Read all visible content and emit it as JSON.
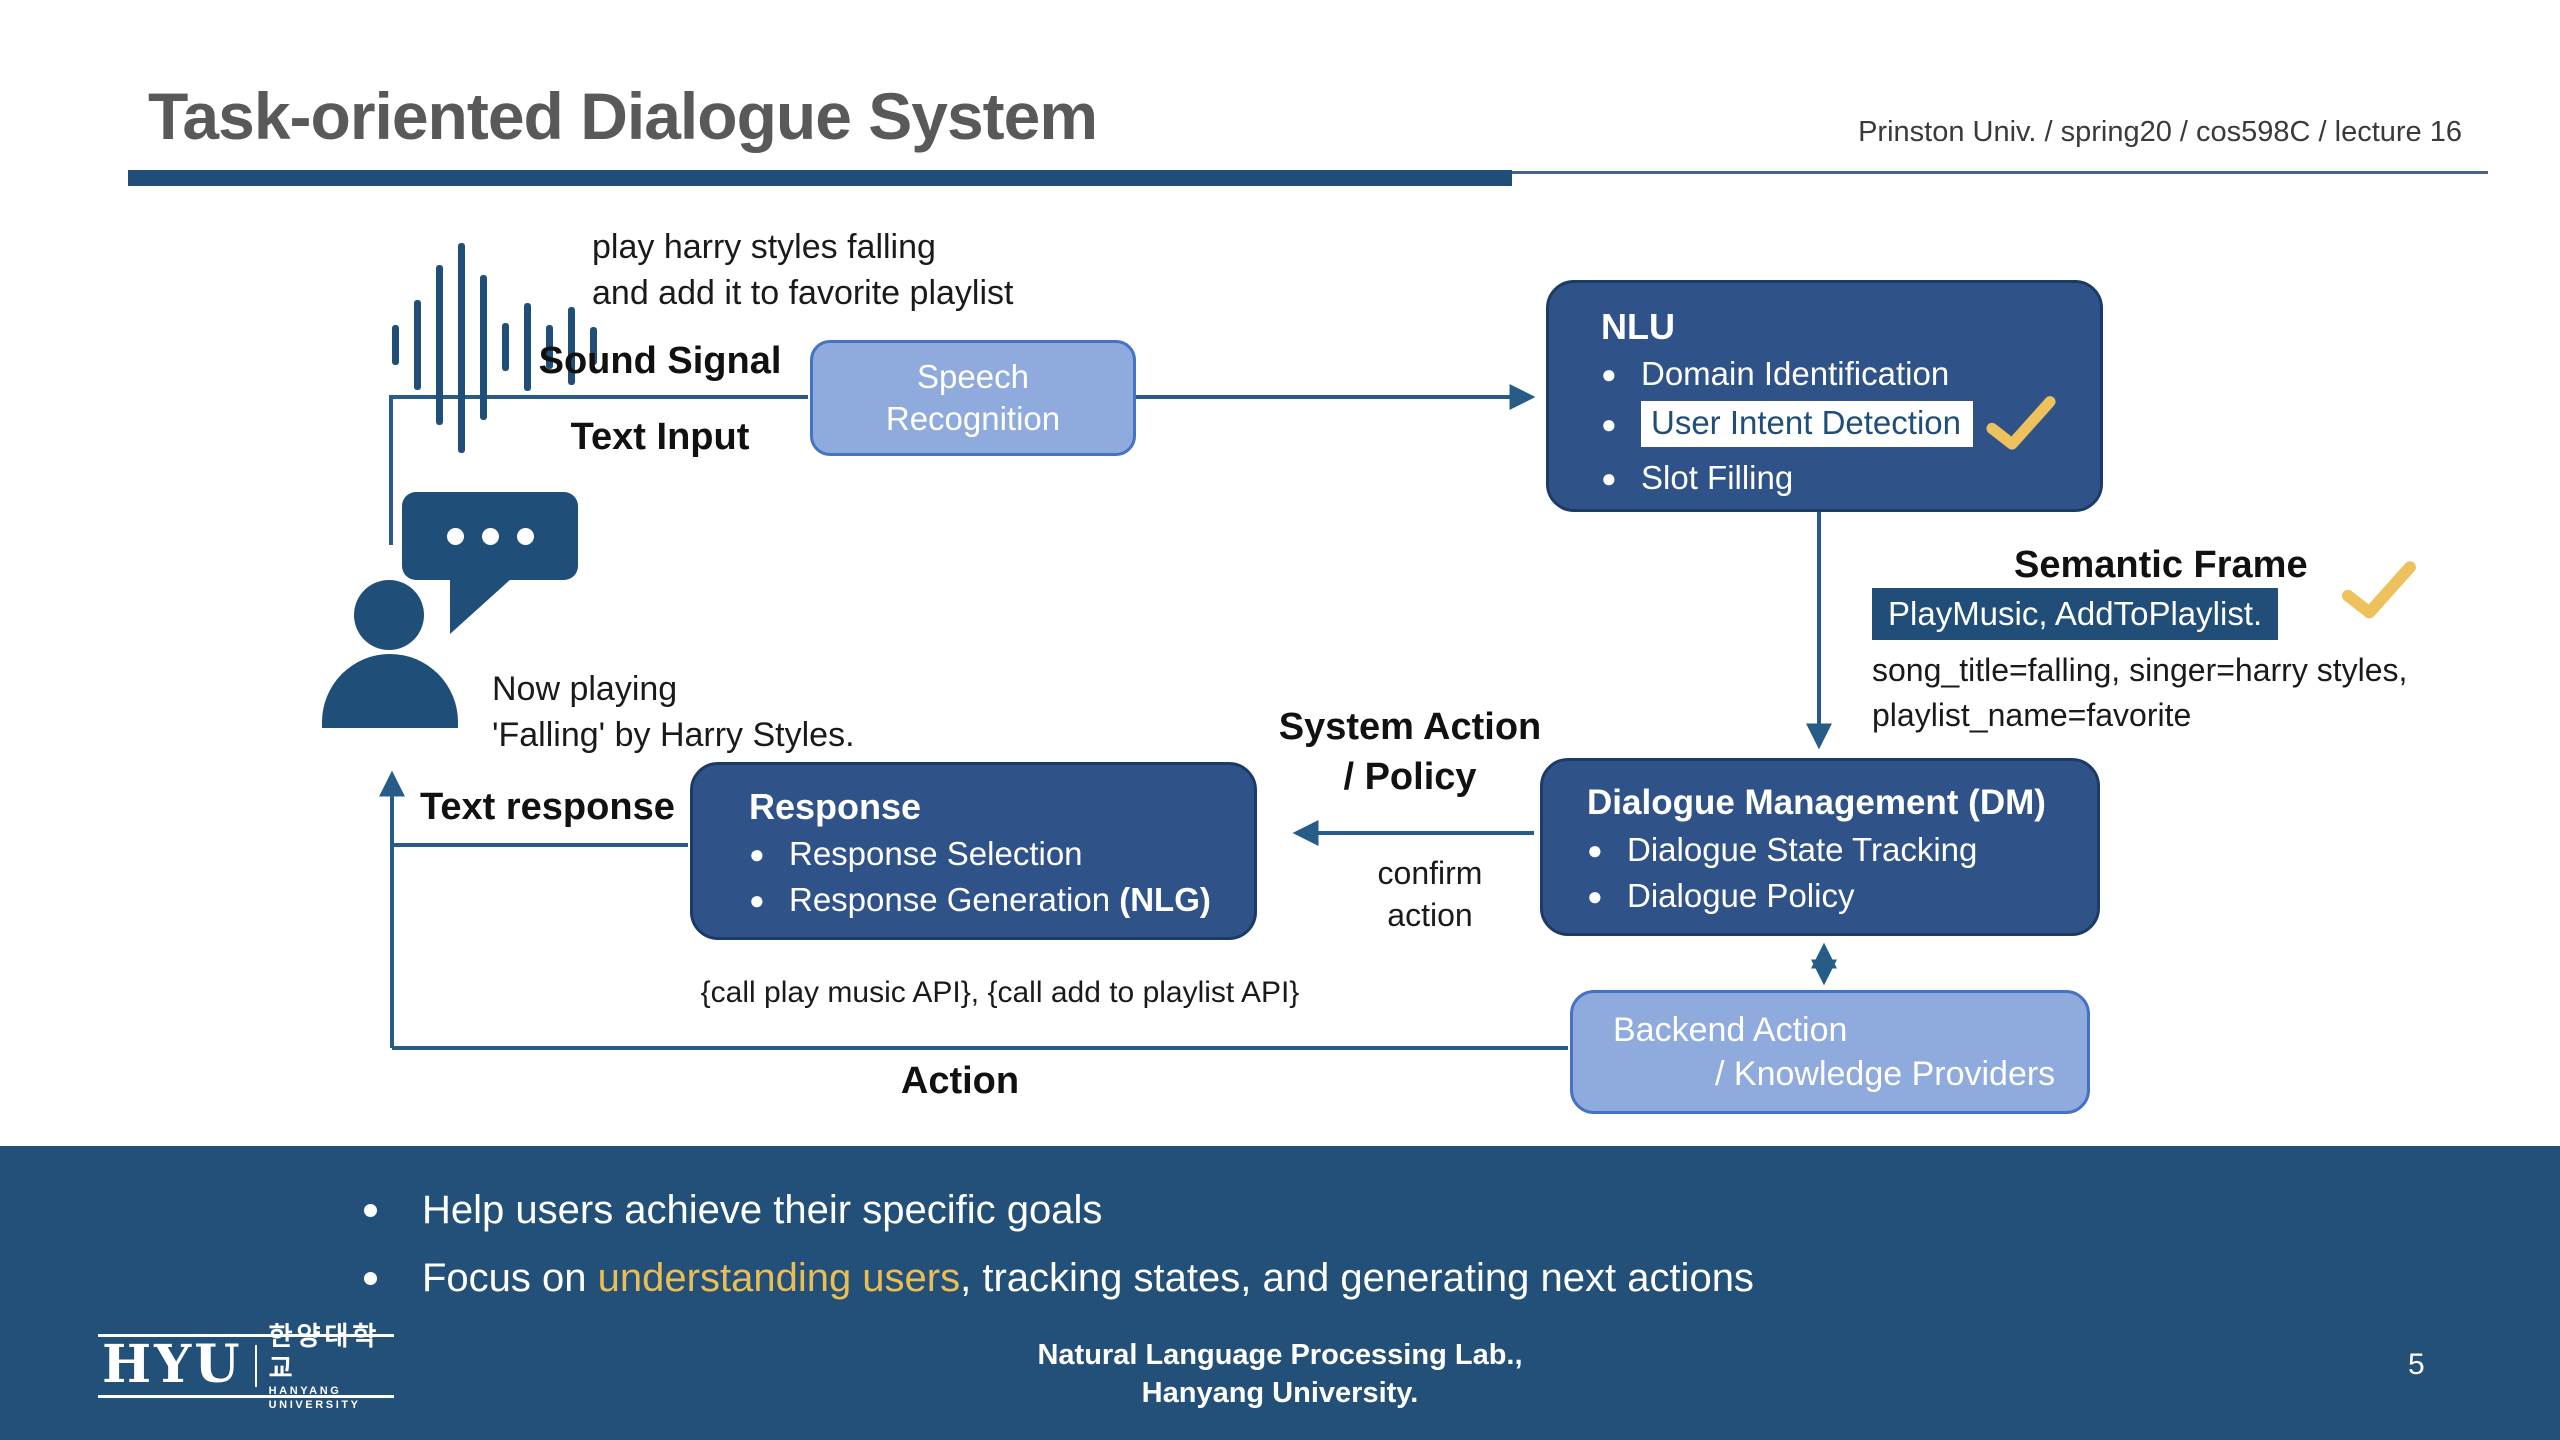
{
  "header": {
    "title": "Task-oriented Dialogue System",
    "course_info": "Prinston Univ. / spring20 / cos598C / lecture 16"
  },
  "diagram": {
    "user_utterance": [
      "play harry styles falling",
      "and add it to favorite playlist"
    ],
    "sound_signal_label": "Sound Signal",
    "text_input_label": "Text Input",
    "speech_recognition_box": [
      "Speech",
      "Recognition"
    ],
    "nlu_box": {
      "title": "NLU",
      "item1": "Domain Identification",
      "item2_highlighted": "User Intent Detection",
      "item3": "Slot Filling"
    },
    "semantic_frame": {
      "label": "Semantic Frame",
      "intents": "PlayMusic, AddToPlaylist.",
      "slots_line1": "song_title=falling, singer=harry styles,",
      "slots_line2": "playlist_name=favorite"
    },
    "dm_box": {
      "title": "Dialogue Management (DM)",
      "item1": "Dialogue State Tracking",
      "item2": "Dialogue Policy"
    },
    "system_action_label": [
      "System Action",
      "/ Policy"
    ],
    "confirm_action_label": [
      "confirm",
      "action"
    ],
    "response_box": {
      "title": "Response",
      "item1": "Response Selection",
      "item2_prefix": "Response Generation ",
      "item2_bold": "(NLG)"
    },
    "text_response_label": "Text response",
    "now_playing": [
      "Now playing",
      "'Falling' by Harry Styles."
    ],
    "backend_box": [
      "Backend Action",
      "/ Knowledge Providers"
    ],
    "api_calls_label": "{call play music API}, {call add to playlist API}",
    "action_label": "Action"
  },
  "summary": {
    "bullet1": "Help users achieve their specific goals",
    "bullet2_prefix": "Focus on ",
    "bullet2_highlight": "understanding users",
    "bullet2_suffix": ", tracking states, and generating next actions"
  },
  "footer": {
    "logo_acronym": "HYU",
    "logo_korean": "한양대학교",
    "logo_english": "HANYANG UNIVERSITY",
    "lab_line1": "Natural Language Processing Lab.,",
    "lab_line2": "Hanyang University.",
    "page_number": "5"
  },
  "colors": {
    "navy_box": "#2F5389",
    "navy_box_border": "#1C3A66",
    "light_box": "#8FAADC",
    "light_box_border": "#4472C4",
    "band": "#235078",
    "highlight_chip": "#204E78",
    "accent_gold": "#EDC15C",
    "gold_text": "#E9BE55",
    "connector": "#275C88",
    "title_gray": "#595959"
  }
}
